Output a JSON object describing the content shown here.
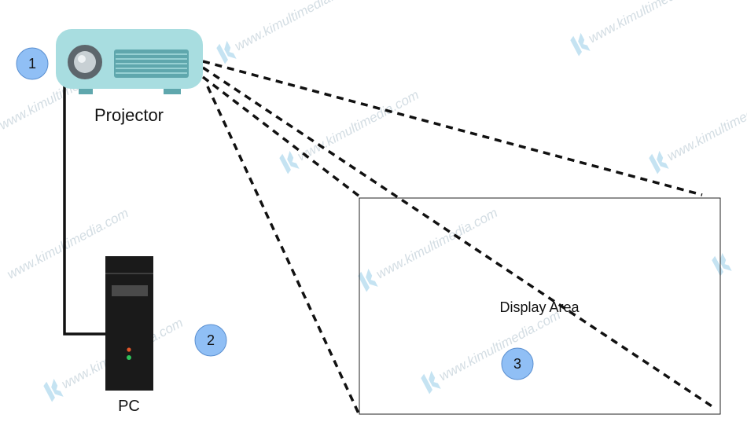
{
  "diagram": {
    "projector_label": "Projector",
    "pc_label": "PC",
    "display_label": "Display Area",
    "markers": [
      {
        "number": "1",
        "refers_to": "Projector"
      },
      {
        "number": "2",
        "refers_to": "PC"
      },
      {
        "number": "3",
        "refers_to": "Display Area"
      }
    ],
    "watermark": "www.kimultimedia.com"
  },
  "colors": {
    "projector_body": "#a8dde0",
    "projector_detail": "#5fa7ad",
    "lens_outer": "#5d666c",
    "pc_body": "#1a1a1a",
    "marker_fill": "#90bff5",
    "marker_stroke": "#5a8fd0",
    "beam": "#111111",
    "cable": "#111111"
  },
  "icons": [
    "projector-icon",
    "pc-tower-icon",
    "watermark-logo-icon"
  ]
}
